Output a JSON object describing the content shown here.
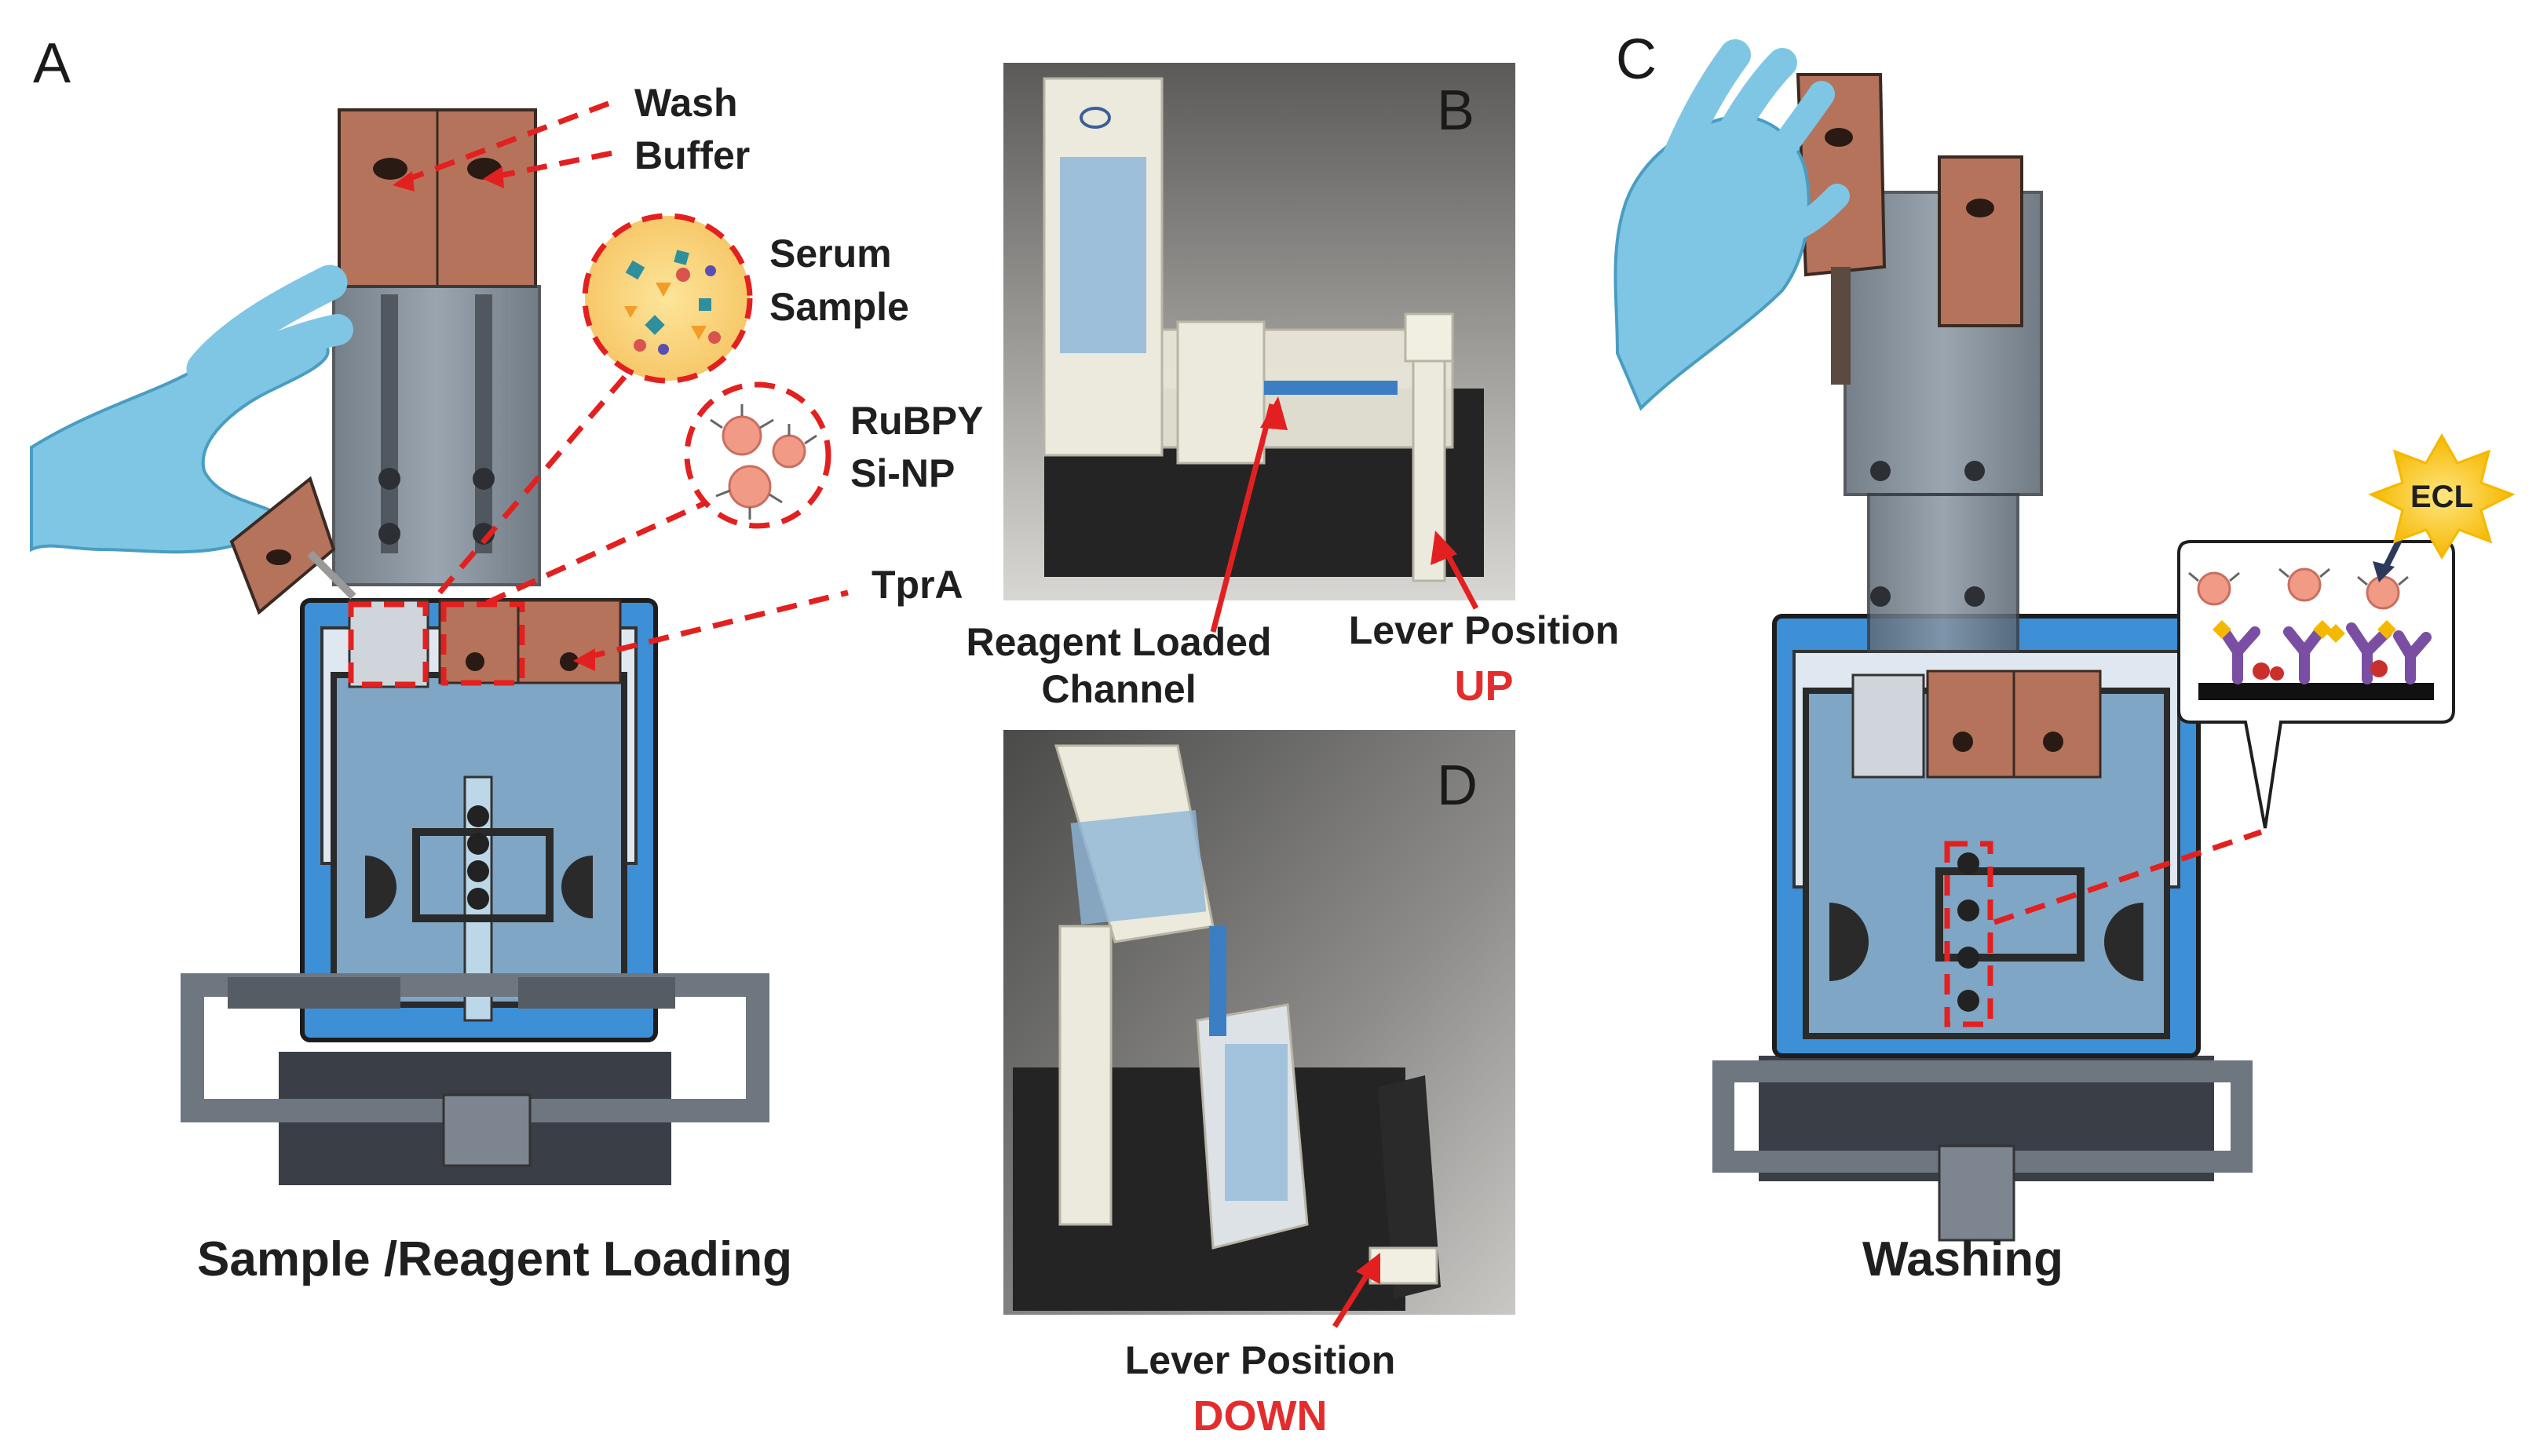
{
  "panels": {
    "a": {
      "letter": "A",
      "wash_buffer_line1": "Wash",
      "wash_buffer_line2": "Buffer",
      "serum_line1": "Serum",
      "serum_line2": "Sample",
      "rubpy_line1": "RuBPY",
      "rubpy_line2": "Si-NP",
      "tpra": "TprA",
      "caption": "Sample /Reagent Loading"
    },
    "b": {
      "letter": "B",
      "channel_line1": "Reagent Loaded",
      "channel_line2": "Channel",
      "lever_label": "Lever Position",
      "lever_state": "UP"
    },
    "c": {
      "letter": "C",
      "ecl": "ECL",
      "caption": "Washing"
    },
    "d": {
      "letter": "D",
      "lever_label": "Lever Position",
      "lever_state": "DOWN"
    }
  },
  "colors": {
    "accent_red": "#e32d2d",
    "holder_blue": "#3d8fd6",
    "copper": "#b5735c",
    "glove_blue": "#7fc6e4",
    "photo_bg": "#8a8a8a"
  },
  "icons": [
    "glove-hand-icon",
    "nanoparticle-icon",
    "ecl-burst-icon"
  ]
}
